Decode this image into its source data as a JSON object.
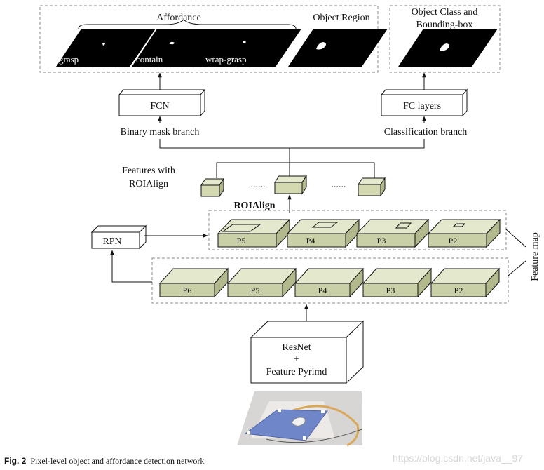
{
  "top": {
    "affordance_label": "Affordance",
    "object_region_label": "Object Region",
    "masks": [
      "grasp",
      "contain",
      "wrap-grasp"
    ],
    "object_class_label_1": "Object Class and",
    "object_class_label_2": "Bounding-box"
  },
  "heads": {
    "fcn": "FCN",
    "fc": "FC layers",
    "mask_branch": "Binary mask branch",
    "class_branch": "Classification branch"
  },
  "roi": {
    "features_label_1": "Features with",
    "features_label_2": "ROIAlign",
    "dots": "......",
    "roialign": "ROIAlign"
  },
  "rpn": "RPN",
  "feature_map_label": "Feature map",
  "upper_maps": [
    "P5",
    "P4",
    "P3",
    "P2"
  ],
  "lower_maps": [
    "P6",
    "P5",
    "P4",
    "P3",
    "P2"
  ],
  "backbone": {
    "line1": "ResNet",
    "line2": "+",
    "line3": "Feature Pyrimd"
  },
  "caption": {
    "fig": "Fig. 2",
    "text": "Pixel-level object and affordance detection network"
  },
  "watermark": "https://blog.csdn.net/java__97",
  "colors": {
    "slab_top": "#e4e8cc",
    "slab_front": "#c9cfa6",
    "slab_side": "#b3b98d",
    "cube": "#d4d9b2",
    "input_plate": "#6f86c8"
  }
}
